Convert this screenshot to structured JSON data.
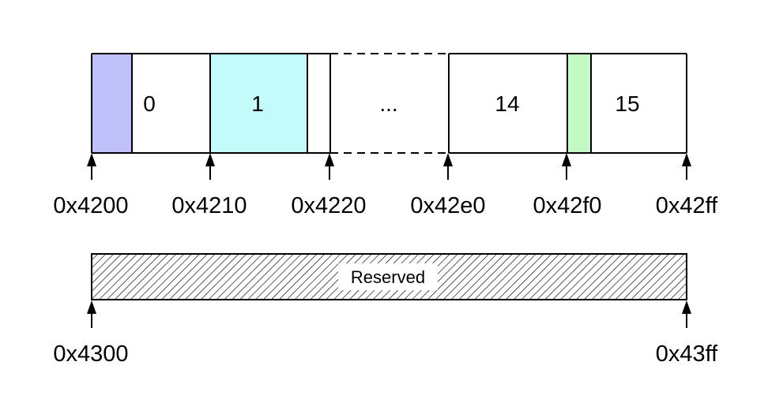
{
  "colors": {
    "header_purple": "#c0c0fa",
    "block_cyan": "#c3fbfb",
    "tail_green": "#c3f9c3",
    "stroke": "#000000",
    "background": "#ffffff"
  },
  "top_map": {
    "blocks": [
      {
        "label": "0"
      },
      {
        "label": "1"
      },
      {
        "label": "..."
      },
      {
        "label": "14"
      },
      {
        "label": "15"
      }
    ],
    "addresses": [
      "0x4200",
      "0x4210",
      "0x4220",
      "0x42e0",
      "0x42f0",
      "0x42ff"
    ]
  },
  "bottom_map": {
    "label": "Reserved",
    "fill_pattern": "diagonal-hatch",
    "addresses": [
      "0x4300",
      "0x43ff"
    ]
  }
}
